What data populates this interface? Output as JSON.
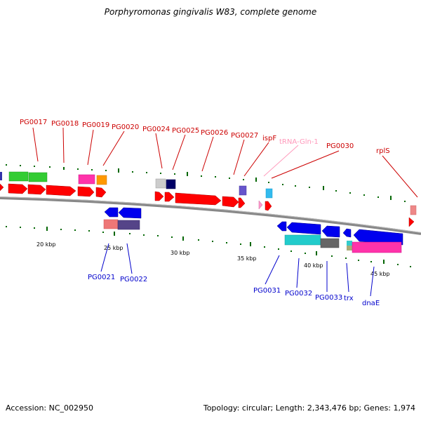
{
  "title": "Porphyromonas gingivalis W83, complete genome",
  "footer": {
    "accession": "Accession: NC_002950",
    "summary": "Topology: circular; Length: 2,343,476 bp; Genes: 1,974"
  },
  "colors": {
    "forward_label": "#cc0000",
    "reverse_label": "#0000cc",
    "trna_label": "#ff99bb",
    "backbone": "#888888"
  },
  "scale": {
    "ticks": [
      {
        "label": "20 kbp"
      },
      {
        "label": "25 kbp"
      },
      {
        "label": "30 kbp"
      },
      {
        "label": "35 kbp"
      },
      {
        "label": "40 kbp"
      },
      {
        "label": "45 kbp"
      }
    ]
  },
  "forward_labels": [
    {
      "text": "PG0017"
    },
    {
      "text": "PG0018"
    },
    {
      "text": "PG0019"
    },
    {
      "text": "PG0020"
    },
    {
      "text": "PG0024"
    },
    {
      "text": "PG0025"
    },
    {
      "text": "PG0026"
    },
    {
      "text": "PG0027"
    },
    {
      "text": "ispF"
    },
    {
      "text": "tRNA-Gln-1"
    },
    {
      "text": "PG0030"
    },
    {
      "text": "rplS"
    }
  ],
  "reverse_labels": [
    {
      "text": "PG0021"
    },
    {
      "text": "PG0022"
    },
    {
      "text": "PG0031"
    },
    {
      "text": "PG0032"
    },
    {
      "text": "PG0033"
    },
    {
      "text": "trx"
    },
    {
      "text": "dnaE"
    }
  ]
}
